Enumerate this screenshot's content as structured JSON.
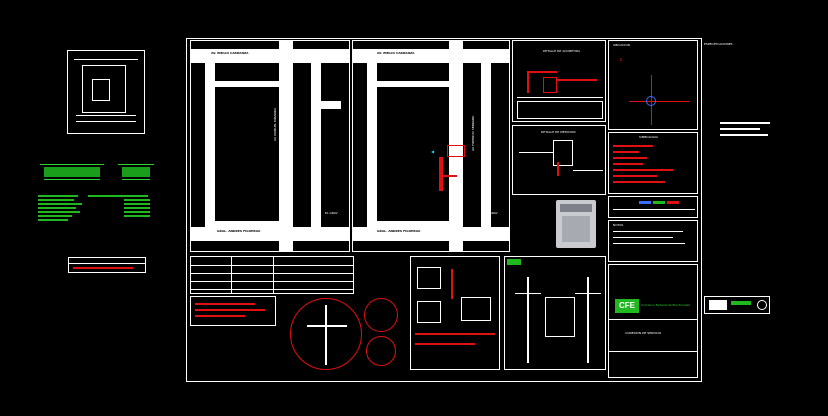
{
  "map_left": {
    "street_top": "AV. EMILIO CARRANZA",
    "street_vertical": "AV. MANUEL MIRANDA",
    "street_bottom": "GRAL. ANDRES FIGUEROA",
    "street_corner": "EL GRAV"
  },
  "map_right": {
    "street_top": "AV. EMILIO CARRANZA",
    "street_vertical": "AV. FIDENCIO SERRANO",
    "street_bottom": "GRAL. ANDRES FIGUEROA",
    "street_corner": "EL GRAV"
  },
  "detail_top": {
    "title": "DETALLE DE ACOMETIDA"
  },
  "detail_mid": {
    "title": "DETALLE DE MEDICION"
  },
  "location": {
    "header": "UBICACION"
  },
  "simbologia": {
    "header": "SIMBOLOGIA"
  },
  "notes": {
    "header": "NOTAS"
  },
  "specs": {
    "header": "ESPECIFICACIONES"
  },
  "title_block": {
    "company": "CFE",
    "company_sub": "Comision Federal de Electricidad",
    "project": "CONEXION DE SERVICIO"
  },
  "colors": {
    "background": "#000000",
    "lines": "#ffffff",
    "accent_red": "#e01010",
    "accent_green": "#1fb81f",
    "accent_cyan": "#00e5ff"
  }
}
